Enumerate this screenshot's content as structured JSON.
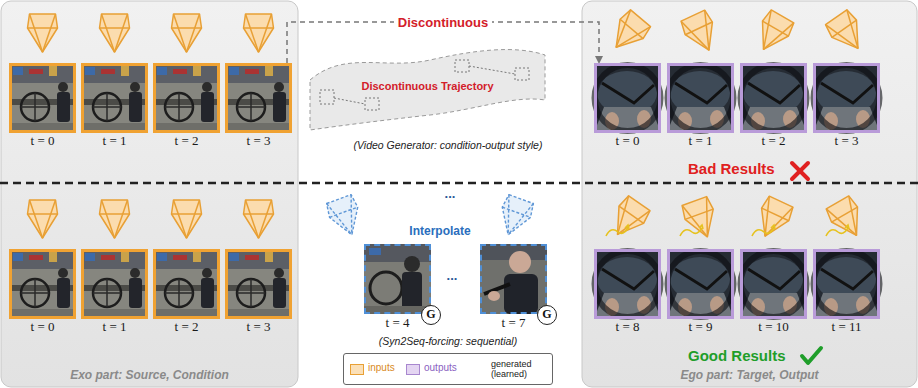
{
  "diagram": {
    "nodes": [
      {
        "text": [
          "Exo part: Source, Condition"
        ]
      },
      {
        "text": [
          "t = 0"
        ],
        "in": 0
      },
      {
        "text": [
          "t = 1"
        ],
        "in": 0
      },
      {
        "text": [
          "t = 2"
        ],
        "in": 0
      },
      {
        "text": [
          "t = 3"
        ],
        "in": 0
      },
      {
        "text": [
          "t = 0"
        ],
        "in": 0
      },
      {
        "text": [
          "t = 1"
        ],
        "in": 0
      },
      {
        "text": [
          "t = 2"
        ],
        "in": 0
      },
      {
        "text": [
          "t = 3"
        ],
        "in": 0
      },
      {
        "text": [
          "Ego part: Target, Output"
        ]
      },
      {
        "text": [
          "t = 0"
        ],
        "in": 9
      },
      {
        "text": [
          "t = 1"
        ],
        "in": 9
      },
      {
        "text": [
          "t = 2"
        ],
        "in": 9
      },
      {
        "text": [
          "t = 3"
        ],
        "in": 9
      },
      {
        "text": [
          "t = 8"
        ],
        "in": 9
      },
      {
        "text": [
          "t = 9"
        ],
        "in": 9
      },
      {
        "text": [
          "t = 10"
        ],
        "in": 9
      },
      {
        "text": [
          "t = 11"
        ],
        "in": 9
      },
      {
        "text": [
          "Discontinuous Trajectory"
        ]
      },
      {
        "text": [
          "t = 4"
        ]
      },
      {
        "text": [
          "G"
        ],
        "in": 19
      },
      {
        "text": [
          "t = 7"
        ]
      },
      {
        "text": [
          "G"
        ],
        "in": 21
      }
    ],
    "edges": [
      {
        "from": 4,
        "to": 10,
        "arrow": "to",
        "label": "Discontinuous"
      }
    ],
    "labels": [
      "Bad Results",
      "(Video Generator: condition-output style)",
      "...",
      "Interpolate",
      "...",
      "(Syn2Seq-forcing: sequential)",
      "Good Results",
      "G"
    ],
    "legend": [
      {
        "text": "inputs",
        "color": "#fbe0b8"
      },
      {
        "text": "outputs",
        "color": "#e4d5f2"
      },
      {
        "text": "generated (learned)"
      }
    ]
  }
}
